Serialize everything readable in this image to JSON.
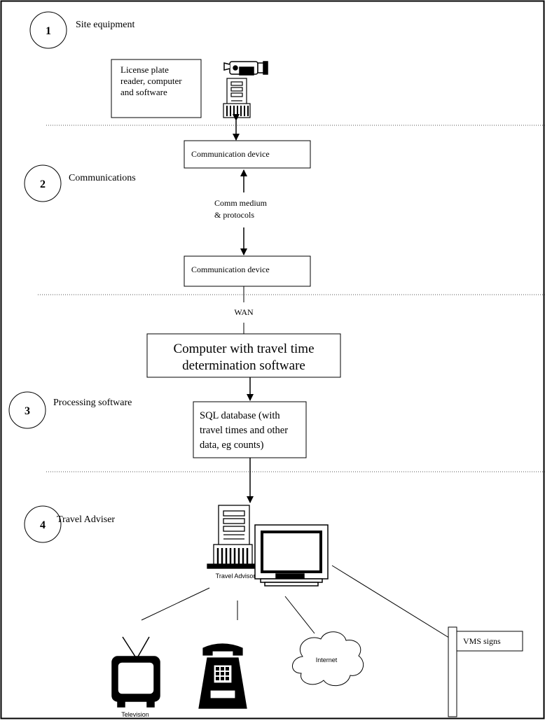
{
  "stages": [
    {
      "number": "1",
      "label": "Site equipment"
    },
    {
      "number": "2",
      "label": "Communications"
    },
    {
      "number": "3",
      "label": "Processing software"
    },
    {
      "number": "4",
      "label": "Travel Adviser"
    }
  ],
  "site": {
    "lpr_line1": "License plate",
    "lpr_line2": "reader, computer",
    "lpr_line3": "and software"
  },
  "comms": {
    "device_top": "Communication device",
    "medium_line1": "Comm medium",
    "medium_line2": "& protocols",
    "device_bottom": "Communication device",
    "wan": "WAN"
  },
  "processing": {
    "computer_line1": "Computer with travel time",
    "computer_line2": "determination software",
    "sql_line1": "SQL database (with",
    "sql_line2": "travel times and other",
    "sql_line3": "data, eg counts)"
  },
  "adviser": {
    "travel_advisor_label": "Travel Advisor",
    "television_label": "Television",
    "internet_label": "Internet",
    "vms_label": "VMS signs"
  }
}
